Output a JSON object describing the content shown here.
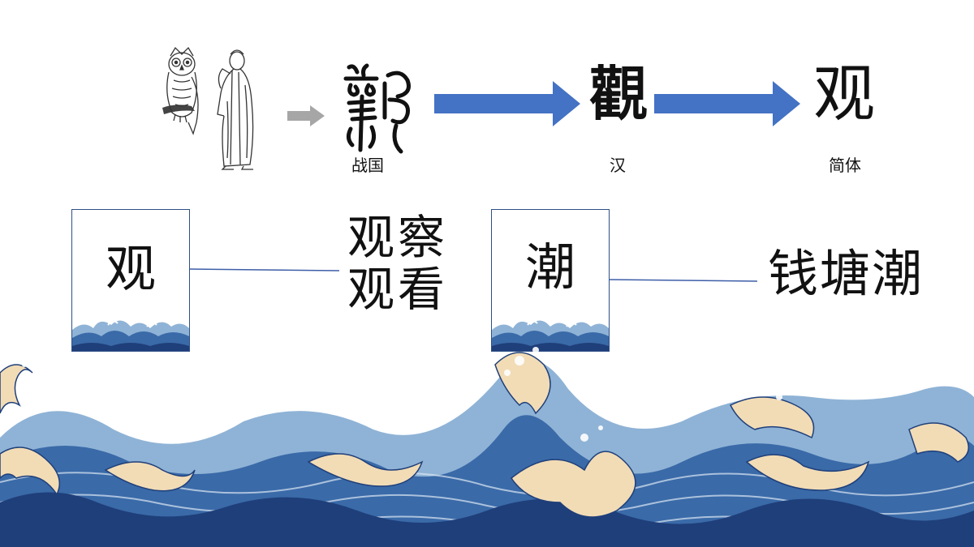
{
  "evolution": {
    "stages": [
      {
        "era": "战国"
      },
      {
        "era": "汉",
        "glyph": "觀"
      },
      {
        "era": "简体",
        "glyph": "观"
      }
    ]
  },
  "cards": [
    {
      "char": "观",
      "words": [
        "观察",
        "观看"
      ]
    },
    {
      "char": "潮",
      "words": [
        "钱塘潮"
      ]
    }
  ],
  "colors": {
    "arrow_blue": "#4472c4",
    "arrow_gray": "#a6a6a6",
    "connector": "#3d5ea8",
    "card_border": "#2f4f86",
    "wave_dark": "#1f3f7a",
    "wave_mid": "#3a6aa8",
    "wave_light": "#8fb3d6",
    "foam": "#f2dcb6"
  }
}
